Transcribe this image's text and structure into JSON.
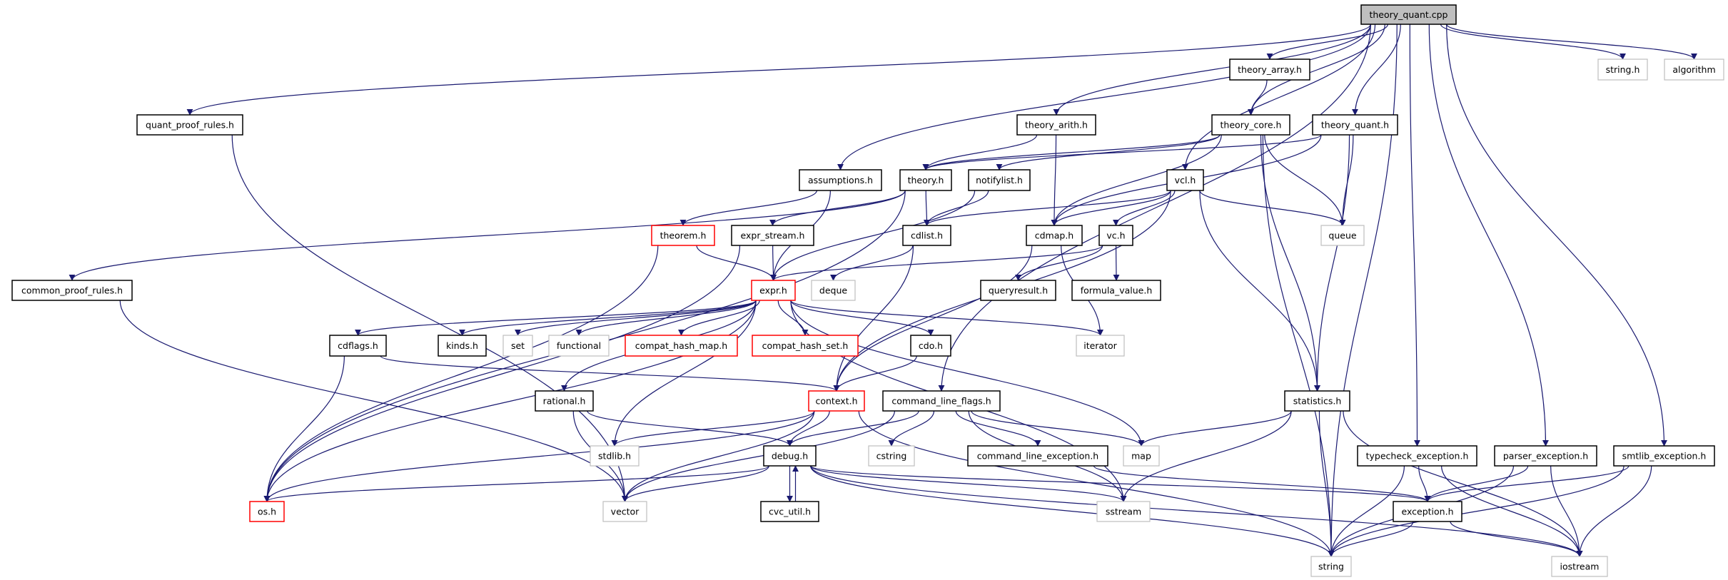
{
  "colors": {
    "edge": "#191970",
    "normal_border": "#000000",
    "truncated_border": "#ff0000",
    "system_border": "#bfbfbf",
    "root_fill": "#bfbfbf"
  },
  "nodes": [
    {
      "id": "theory_quant_cpp",
      "label": "theory_quant.cpp",
      "kind": "root"
    },
    {
      "id": "theory_array_h",
      "label": "theory_array.h",
      "kind": "normal"
    },
    {
      "id": "string_h",
      "label": "string.h",
      "kind": "system"
    },
    {
      "id": "algorithm",
      "label": "algorithm",
      "kind": "system"
    },
    {
      "id": "quant_proof_rules_h",
      "label": "quant_proof_rules.h",
      "kind": "normal"
    },
    {
      "id": "theory_arith_h",
      "label": "theory_arith.h",
      "kind": "normal"
    },
    {
      "id": "theory_core_h",
      "label": "theory_core.h",
      "kind": "normal"
    },
    {
      "id": "theory_quant_h",
      "label": "theory_quant.h",
      "kind": "normal"
    },
    {
      "id": "assumptions_h",
      "label": "assumptions.h",
      "kind": "normal"
    },
    {
      "id": "theory_h",
      "label": "theory.h",
      "kind": "normal"
    },
    {
      "id": "notifylist_h",
      "label": "notifylist.h",
      "kind": "normal"
    },
    {
      "id": "vcl_h",
      "label": "vcl.h",
      "kind": "normal"
    },
    {
      "id": "theorem_h",
      "label": "theorem.h",
      "kind": "truncated"
    },
    {
      "id": "expr_stream_h",
      "label": "expr_stream.h",
      "kind": "normal"
    },
    {
      "id": "cdlist_h",
      "label": "cdlist.h",
      "kind": "normal"
    },
    {
      "id": "cdmap_h",
      "label": "cdmap.h",
      "kind": "normal"
    },
    {
      "id": "vc_h",
      "label": "vc.h",
      "kind": "normal"
    },
    {
      "id": "queue",
      "label": "queue",
      "kind": "system"
    },
    {
      "id": "common_proof_rules_h",
      "label": "common_proof_rules.h",
      "kind": "normal"
    },
    {
      "id": "expr_h",
      "label": "expr.h",
      "kind": "truncated"
    },
    {
      "id": "deque",
      "label": "deque",
      "kind": "system"
    },
    {
      "id": "queryresult_h",
      "label": "queryresult.h",
      "kind": "normal"
    },
    {
      "id": "formula_value_h",
      "label": "formula_value.h",
      "kind": "normal"
    },
    {
      "id": "cdflags_h",
      "label": "cdflags.h",
      "kind": "normal"
    },
    {
      "id": "kinds_h",
      "label": "kinds.h",
      "kind": "normal"
    },
    {
      "id": "set",
      "label": "set",
      "kind": "system"
    },
    {
      "id": "functional",
      "label": "functional",
      "kind": "system"
    },
    {
      "id": "compat_hash_map_h",
      "label": "compat_hash_map.h",
      "kind": "truncated"
    },
    {
      "id": "compat_hash_set_h",
      "label": "compat_hash_set.h",
      "kind": "truncated"
    },
    {
      "id": "cdo_h",
      "label": "cdo.h",
      "kind": "normal"
    },
    {
      "id": "iterator",
      "label": "iterator",
      "kind": "system"
    },
    {
      "id": "rational_h",
      "label": "rational.h",
      "kind": "normal"
    },
    {
      "id": "context_h",
      "label": "context.h",
      "kind": "truncated"
    },
    {
      "id": "command_line_flags_h",
      "label": "command_line_flags.h",
      "kind": "normal"
    },
    {
      "id": "statistics_h",
      "label": "statistics.h",
      "kind": "normal"
    },
    {
      "id": "stdlib_h",
      "label": "stdlib.h",
      "kind": "system"
    },
    {
      "id": "debug_h",
      "label": "debug.h",
      "kind": "normal"
    },
    {
      "id": "cstring",
      "label": "cstring",
      "kind": "system"
    },
    {
      "id": "command_line_exception_h",
      "label": "command_line_exception.h",
      "kind": "normal"
    },
    {
      "id": "map",
      "label": "map",
      "kind": "system"
    },
    {
      "id": "typecheck_exception_h",
      "label": "typecheck_exception.h",
      "kind": "normal"
    },
    {
      "id": "parser_exception_h",
      "label": "parser_exception.h",
      "kind": "normal"
    },
    {
      "id": "smtlib_exception_h",
      "label": "smtlib_exception.h",
      "kind": "normal"
    },
    {
      "id": "os_h",
      "label": "os.h",
      "kind": "truncated"
    },
    {
      "id": "vector",
      "label": "vector",
      "kind": "system"
    },
    {
      "id": "cvc_util_h",
      "label": "cvc_util.h",
      "kind": "normal"
    },
    {
      "id": "sstream",
      "label": "sstream",
      "kind": "system"
    },
    {
      "id": "exception_h",
      "label": "exception.h",
      "kind": "normal"
    },
    {
      "id": "string",
      "label": "string",
      "kind": "system"
    },
    {
      "id": "iostream",
      "label": "iostream",
      "kind": "system"
    }
  ],
  "edges": [
    [
      "theory_quant_cpp",
      "quant_proof_rules_h"
    ],
    [
      "theory_quant_cpp",
      "assumptions_h"
    ],
    [
      "theory_quant_cpp",
      "theory_arith_h"
    ],
    [
      "theory_quant_cpp",
      "vcl_h"
    ],
    [
      "theory_quant_cpp",
      "theory_array_h"
    ],
    [
      "theory_quant_cpp",
      "theory_core_h"
    ],
    [
      "theory_quant_cpp",
      "theory_quant_h"
    ],
    [
      "theory_quant_cpp",
      "string_h"
    ],
    [
      "theory_quant_cpp",
      "algorithm"
    ],
    [
      "theory_quant_cpp",
      "command_line_flags_h"
    ],
    [
      "theory_quant_cpp",
      "string"
    ],
    [
      "theory_quant_cpp",
      "typecheck_exception_h"
    ],
    [
      "theory_quant_cpp",
      "parser_exception_h"
    ],
    [
      "theory_quant_cpp",
      "smtlib_exception_h"
    ],
    [
      "theory_array_h",
      "theory_core_h"
    ],
    [
      "theory_arith_h",
      "theory_h"
    ],
    [
      "theory_arith_h",
      "cdmap_h"
    ],
    [
      "theory_core_h",
      "theory_h"
    ],
    [
      "theory_core_h",
      "notifylist_h"
    ],
    [
      "theory_core_h",
      "cdmap_h"
    ],
    [
      "theory_core_h",
      "queue"
    ],
    [
      "theory_core_h",
      "statistics_h"
    ],
    [
      "theory_core_h",
      "string"
    ],
    [
      "theory_quant_h",
      "theory_h"
    ],
    [
      "theory_quant_h",
      "cdmap_h"
    ],
    [
      "theory_quant_h",
      "queue"
    ],
    [
      "theory_quant_h",
      "statistics_h"
    ],
    [
      "assumptions_h",
      "theorem_h"
    ],
    [
      "assumptions_h",
      "expr_h"
    ],
    [
      "theory_h",
      "common_proof_rules_h"
    ],
    [
      "theory_h",
      "expr_stream_h"
    ],
    [
      "theory_h",
      "cdlist_h"
    ],
    [
      "theory_h",
      "os_h"
    ],
    [
      "notifylist_h",
      "cdlist_h"
    ],
    [
      "notifylist_h",
      "expr_h"
    ],
    [
      "vcl_h",
      "cdlist_h"
    ],
    [
      "vcl_h",
      "cdmap_h"
    ],
    [
      "vcl_h",
      "vc_h"
    ],
    [
      "vcl_h",
      "queue"
    ],
    [
      "vcl_h",
      "statistics_h"
    ],
    [
      "vcl_h",
      "context_h"
    ],
    [
      "theorem_h",
      "expr_h"
    ],
    [
      "theorem_h",
      "os_h"
    ],
    [
      "expr_stream_h",
      "expr_h"
    ],
    [
      "expr_stream_h",
      "os_h"
    ],
    [
      "cdlist_h",
      "deque"
    ],
    [
      "cdlist_h",
      "context_h"
    ],
    [
      "cdmap_h",
      "context_h"
    ],
    [
      "cdmap_h",
      "iterator"
    ],
    [
      "vc_h",
      "expr_h"
    ],
    [
      "vc_h",
      "queryresult_h"
    ],
    [
      "vc_h",
      "formula_value_h"
    ],
    [
      "quant_proof_rules_h",
      "vector"
    ],
    [
      "common_proof_rules_h",
      "vector"
    ],
    [
      "expr_h",
      "os_h"
    ],
    [
      "expr_h",
      "cdflags_h"
    ],
    [
      "expr_h",
      "kinds_h"
    ],
    [
      "expr_h",
      "set"
    ],
    [
      "expr_h",
      "functional"
    ],
    [
      "expr_h",
      "compat_hash_map_h"
    ],
    [
      "expr_h",
      "compat_hash_set_h"
    ],
    [
      "expr_h",
      "rational_h"
    ],
    [
      "expr_h",
      "cdo_h"
    ],
    [
      "expr_h",
      "iterator"
    ],
    [
      "expr_h",
      "map"
    ],
    [
      "expr_h",
      "sstream"
    ],
    [
      "expr_h",
      "stdlib_h"
    ],
    [
      "cdflags_h",
      "os_h"
    ],
    [
      "cdflags_h",
      "context_h"
    ],
    [
      "cdo_h",
      "context_h"
    ],
    [
      "rational_h",
      "vector"
    ],
    [
      "rational_h",
      "debug_h"
    ],
    [
      "context_h",
      "stdlib_h"
    ],
    [
      "context_h",
      "os_h"
    ],
    [
      "context_h",
      "vector"
    ],
    [
      "context_h",
      "debug_h"
    ],
    [
      "context_h",
      "string"
    ],
    [
      "command_line_flags_h",
      "debug_h"
    ],
    [
      "command_line_flags_h",
      "vector"
    ],
    [
      "command_line_flags_h",
      "cstring"
    ],
    [
      "command_line_flags_h",
      "command_line_exception_h"
    ],
    [
      "command_line_flags_h",
      "map"
    ],
    [
      "command_line_flags_h",
      "sstream"
    ],
    [
      "debug_h",
      "os_h"
    ],
    [
      "debug_h",
      "vector"
    ],
    [
      "debug_h",
      "cvc_util_h"
    ],
    [
      "debug_h",
      "string"
    ],
    [
      "debug_h",
      "sstream"
    ],
    [
      "debug_h",
      "exception_h"
    ],
    [
      "debug_h",
      "iostream"
    ],
    [
      "cvc_util_h",
      "debug_h"
    ],
    [
      "command_line_exception_h",
      "exception_h"
    ],
    [
      "statistics_h",
      "map"
    ],
    [
      "statistics_h",
      "sstream"
    ],
    [
      "statistics_h",
      "string"
    ],
    [
      "statistics_h",
      "iostream"
    ],
    [
      "typecheck_exception_h",
      "exception_h"
    ],
    [
      "typecheck_exception_h",
      "string"
    ],
    [
      "typecheck_exception_h",
      "iostream"
    ],
    [
      "parser_exception_h",
      "exception_h"
    ],
    [
      "parser_exception_h",
      "string"
    ],
    [
      "parser_exception_h",
      "iostream"
    ],
    [
      "smtlib_exception_h",
      "exception_h"
    ],
    [
      "smtlib_exception_h",
      "string"
    ],
    [
      "smtlib_exception_h",
      "iostream"
    ],
    [
      "exception_h",
      "string"
    ],
    [
      "exception_h",
      "iostream"
    ]
  ]
}
